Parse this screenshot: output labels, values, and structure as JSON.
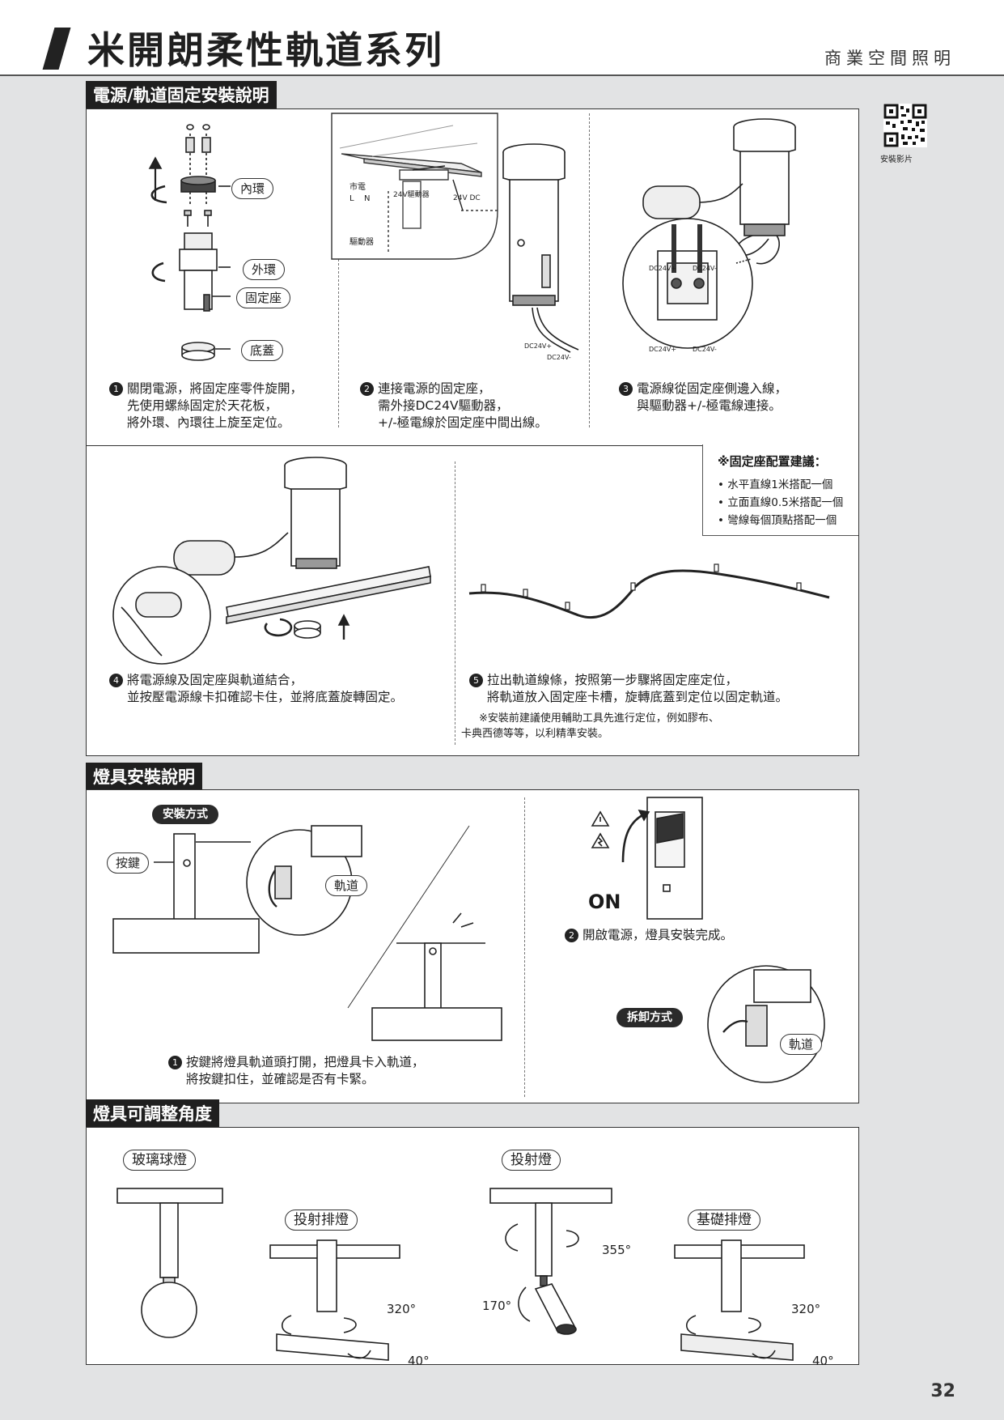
{
  "header": {
    "title": "米開朗柔性軌道系列",
    "category": "商業空間照明"
  },
  "qr": {
    "caption": "安裝影片"
  },
  "section1": {
    "label": "電源/軌道固定安裝說明",
    "step1": {
      "num": "1",
      "line1": "關閉電源，將固定座零件旋開，",
      "line2": "先使用螺絲固定於天花板，",
      "line3": "將外環、內環往上旋至定位。"
    },
    "step2": {
      "num": "2",
      "line1": "連接電源的固定座，",
      "line2": "需外接DC24V驅動器，",
      "line3": "+/-極電線於固定座中間出線。"
    },
    "step3": {
      "num": "3",
      "line1": "電源線從固定座側邊入線，",
      "line2": "與驅動器+/-極電線連接。"
    },
    "part_labels": {
      "inner_ring": "內環",
      "outer_ring": "外環",
      "mount": "固定座",
      "cover": "底蓋"
    },
    "wiring": {
      "mains": "市電",
      "l": "L",
      "n": "N",
      "driver": "驅動器",
      "driver24": "24V驅動器",
      "dc": "24V DC"
    },
    "dc_labels": {
      "plus": "DC24V+",
      "minus": "DC24V-"
    },
    "step4": {
      "num": "4",
      "line1": "將電源線及固定座與軌道結合，",
      "line2": "並按壓電源線卡扣確認卡住，並將底蓋旋轉固定。"
    },
    "step5": {
      "num": "5",
      "line1": "拉出軌道線條，按照第一步驟將固定座定位，",
      "line2": "將軌道放入固定座卡槽，旋轉底蓋到定位以固定軌道。"
    },
    "note": {
      "line1": "※安裝前建議使用輔助工具先進行定位，例如膠布、",
      "line2": "卡典西德等等，以利精準安裝。"
    },
    "recommend": {
      "title": "※固定座配置建議：",
      "items": [
        "• 水平直線1米搭配一個",
        "• 立面直線0.5米搭配一個",
        "• 彎線每個頂點搭配一個"
      ]
    }
  },
  "section2": {
    "label": "燈具安裝說明",
    "install_method": "安裝方式",
    "button": "按鍵",
    "track": "軌道",
    "remove_method": "拆卸方式",
    "on": "ON",
    "step1": {
      "num": "1",
      "line1": "按鍵將燈具軌道頭打開，把燈具卡入軌道，",
      "line2": "將按鍵扣住，並確認是否有卡緊。"
    },
    "step2": {
      "num": "2",
      "line1": "開啟電源，燈具安裝完成。"
    }
  },
  "section3": {
    "label": "燈具可調整角度",
    "types": {
      "glass_ball": "玻璃球燈",
      "spot": "投射燈",
      "spot_bar": "投射排燈",
      "basic_bar": "基礎排燈"
    },
    "angles": {
      "bar_spot_rot": "320°",
      "bar_spot_tilt": "40°",
      "spot_rot": "355°",
      "spot_tilt": "170°",
      "basic_rot": "320°",
      "basic_tilt": "40°"
    }
  },
  "page_number": "32",
  "colors": {
    "background": "#e2e3e4",
    "label_bg": "#1f1f1f",
    "panel": "#ffffff",
    "line": "#333333"
  }
}
